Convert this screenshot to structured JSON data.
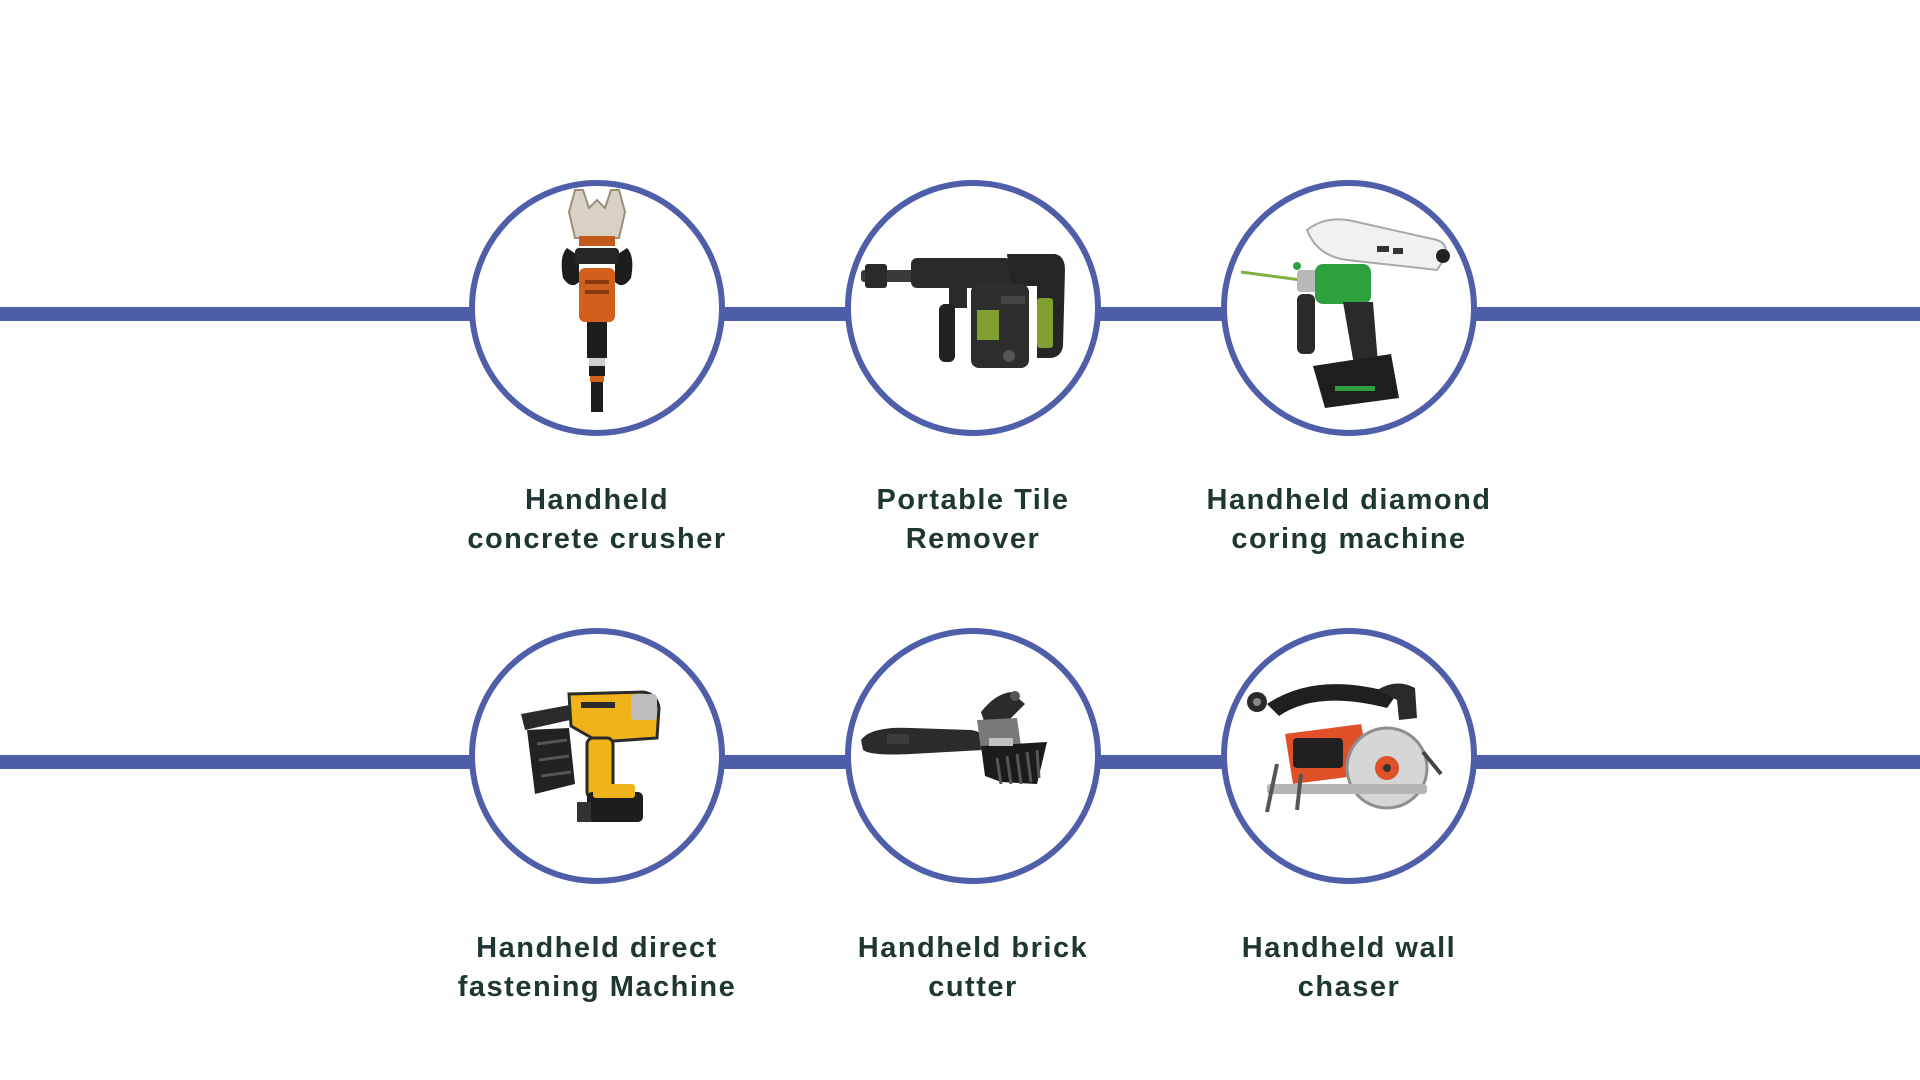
{
  "products": [
    {
      "label": "Handheld\nconcrete crusher",
      "icon": "concrete-crusher-icon"
    },
    {
      "label": "Portable Tile\nRemover",
      "icon": "tile-remover-icon"
    },
    {
      "label": "Handheld diamond\ncoring machine",
      "icon": "coring-machine-icon"
    },
    {
      "label": "Handheld direct\nfastening Machine",
      "icon": "nail-gun-icon"
    },
    {
      "label": "Handheld brick\ncutter",
      "icon": "brick-cutter-icon"
    },
    {
      "label": "Handheld wall\nchaser",
      "icon": "wall-chaser-icon"
    }
  ],
  "colors": {
    "line": "#4e5ea8",
    "ring": "#4e5ea8",
    "label_text": "#1f3733"
  }
}
